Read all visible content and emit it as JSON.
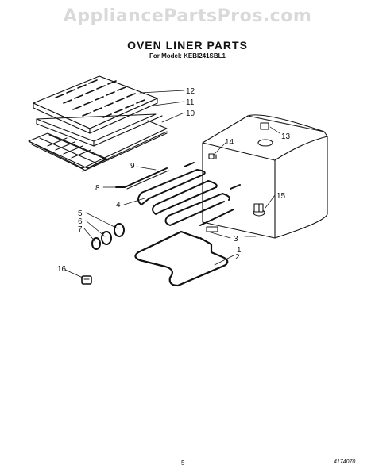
{
  "watermark": "AppliancePartsPros.com",
  "title": "OVEN LINER PARTS",
  "subtitle": "For Model: KEBI241SBL1",
  "page_number": "5",
  "document_number": "4174070",
  "callouts": [
    "12",
    "11",
    "10",
    "13",
    "14",
    "9",
    "8",
    "15",
    "4",
    "5",
    "6",
    "7",
    "3",
    "1",
    "2",
    "16"
  ]
}
